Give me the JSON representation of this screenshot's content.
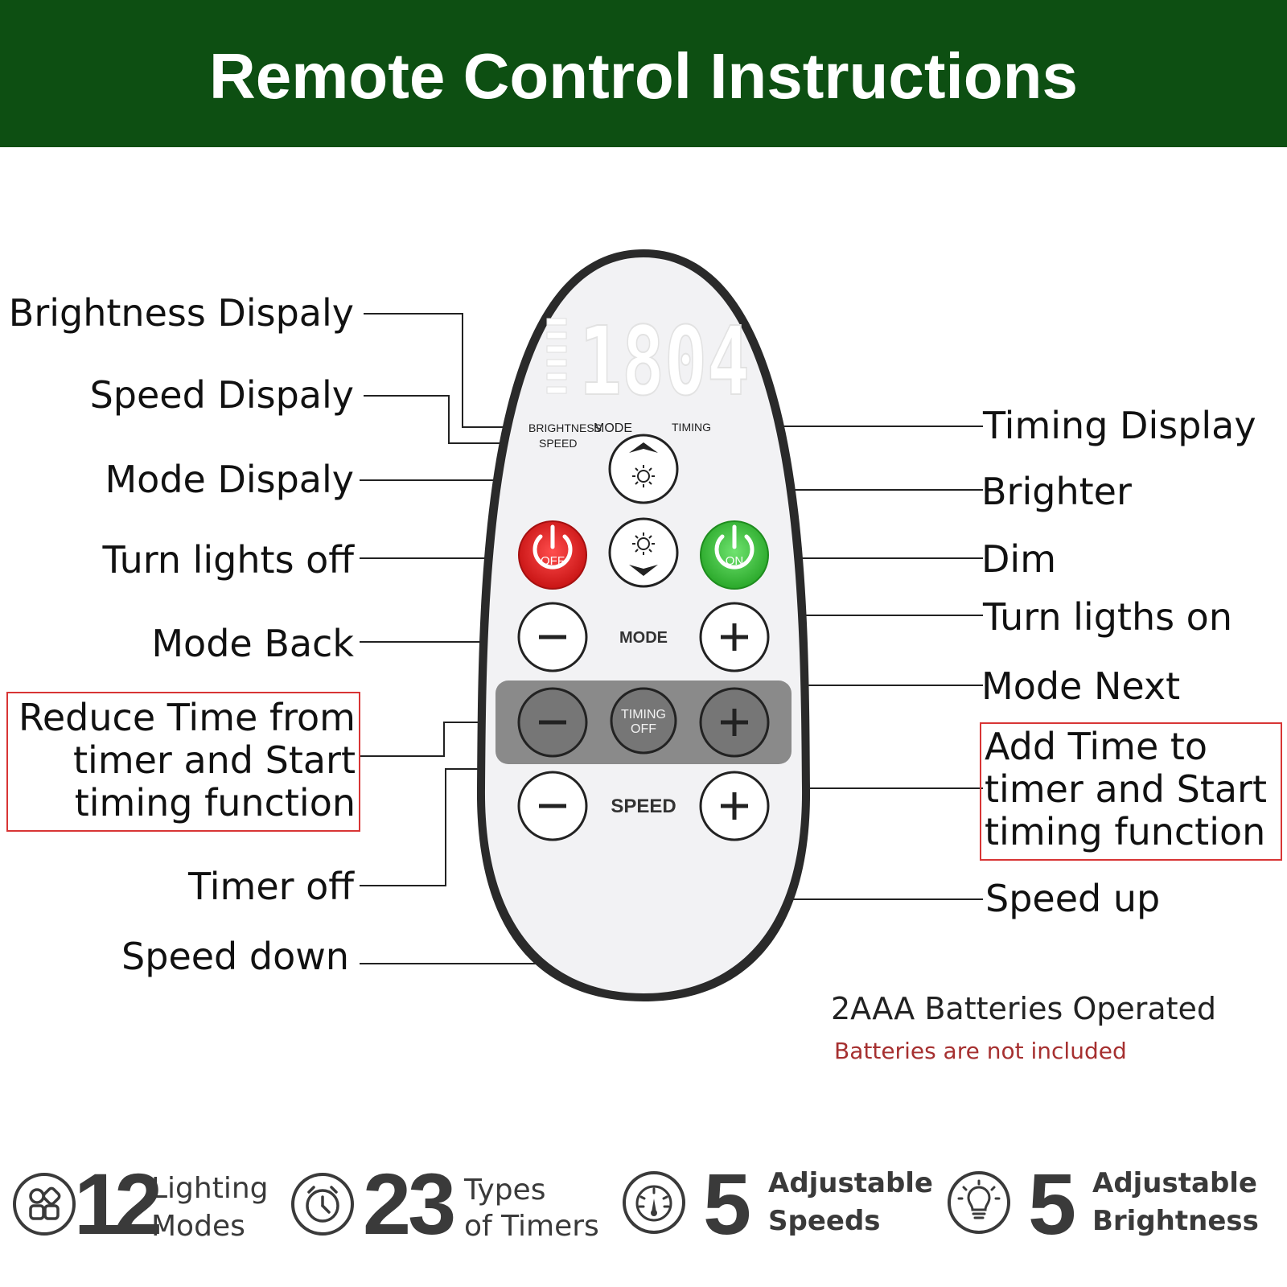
{
  "header": {
    "title": "Remote Control Instructions"
  },
  "display": {
    "digits": "1804",
    "brightness_label": "BRIGHTNESS",
    "speed_label": "SPEED",
    "mode_label": "MODE",
    "timing_label": "TIMING"
  },
  "buttons": {
    "off_label": "OFF",
    "on_label": "ON",
    "mode_label": "MODE",
    "timing_line1": "TIMING",
    "timing_line2": "OFF",
    "speed_label": "SPEED"
  },
  "left_labels": {
    "brightness": "Brightness Dispaly",
    "speed": "Speed Dispaly",
    "mode": "Mode Dispaly",
    "lights_off": "Turn lights off",
    "mode_back": "Mode Back",
    "reduce_time": "Reduce Time from timer and Start timing function",
    "timer_off": "Timer off",
    "speed_down": "Speed down"
  },
  "right_labels": {
    "timing": "Timing Display",
    "brighter": "Brighter",
    "dim": "Dim",
    "lights_on": "Turn ligths on",
    "mode_next": "Mode Next",
    "add_time": "Add Time to timer and Start timing function",
    "speed_up": "Speed up"
  },
  "batteries": {
    "line1": "2AAA Batteries Operated",
    "line2": "Batteries are not included"
  },
  "features": [
    {
      "icon": "lighting-modes-icon",
      "number": "12",
      "line1": "Lighting",
      "line2": "Modes"
    },
    {
      "icon": "timer-icon",
      "number": "23",
      "line1": "Types",
      "line2": "of Timers"
    },
    {
      "icon": "speedometer-icon",
      "number": "5",
      "line1": "Adjustable",
      "line2": "Speeds"
    },
    {
      "icon": "lightbulb-icon",
      "number": "5",
      "line1": "Adjustable",
      "line2": "Brightness"
    }
  ],
  "colors": {
    "banner": "#0d4f12",
    "off_button": "#e02a2a",
    "on_button": "#3fc43f",
    "note_red": "#a63030"
  }
}
